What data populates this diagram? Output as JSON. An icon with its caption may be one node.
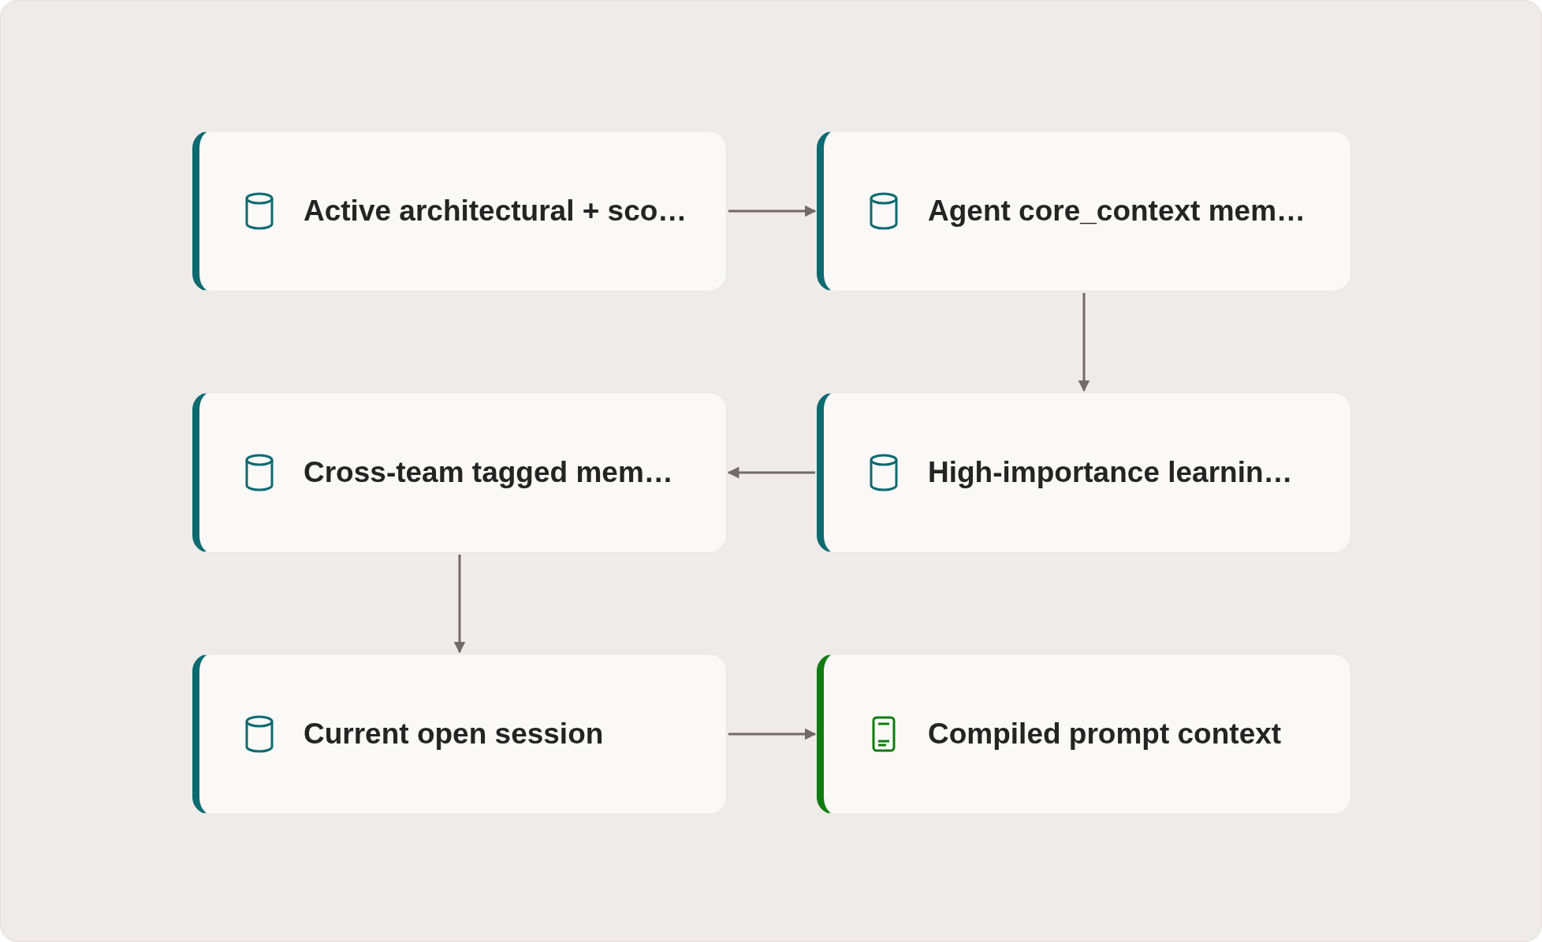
{
  "diagram": {
    "nodes": [
      {
        "text": [
          "Active architectural + sco…"
        ]
      },
      {
        "text": [
          "Agent core_context mem…"
        ]
      },
      {
        "text": [
          "Cross-team tagged mem…"
        ]
      },
      {
        "text": [
          "High-importance learnin…"
        ]
      },
      {
        "text": [
          "Current open session"
        ]
      },
      {
        "text": [
          "Compiled prompt context"
        ]
      }
    ],
    "edges": [
      {
        "from": 0,
        "to": 1,
        "arrow": "to"
      },
      {
        "from": 1,
        "to": 3,
        "arrow": "to"
      },
      {
        "from": 3,
        "to": 2,
        "arrow": "to"
      },
      {
        "from": 2,
        "to": 4,
        "arrow": "to"
      },
      {
        "from": 4,
        "to": 5,
        "arrow": "to"
      }
    ]
  }
}
